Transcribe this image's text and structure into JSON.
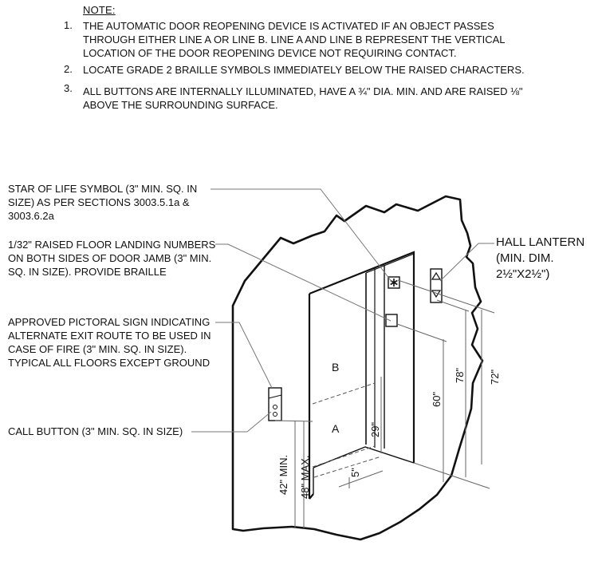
{
  "notes": {
    "heading": "NOTE:",
    "items": [
      {
        "num": "1.",
        "text": "THE AUTOMATIC DOOR REOPENING DEVICE IS ACTIVATED IF AN OBJECT PASSES\nTHROUGH EITHER LINE A OR LINE B.  LINE A AND LINE B REPRESENT THE VERTICAL\nLOCATION OF THE DOOR REOPENING DEVICE NOT REQUIRING CONTACT."
      },
      {
        "num": "2.",
        "text": "LOCATE GRADE 2 BRAILLE SYMBOLS IMMEDIATELY BELOW THE RAISED CHARACTERS."
      },
      {
        "num": "3.",
        "text": "ALL BUTTONS ARE INTERNALLY ILLUMINATED, HAVE A  ¾\" DIA. MIN. AND ARE RAISED  ⅛\"\nABOVE THE SURROUNDING SURFACE."
      }
    ]
  },
  "labels": {
    "star_of_life": "STAR OF LIFE SYMBOL (3\" MIN. SQ. IN\nSIZE) AS PER SECTIONS 3003.5.1a &\n3003.6.2a",
    "floor_numbers": "1/32\" RAISED FLOOR LANDING NUMBERS\nON BOTH SIDES OF DOOR JAMB (3\" MIN.\nSQ. IN SIZE). PROVIDE BRAILLE",
    "pictorial_sign": "APPROVED PICTORAL SIGN INDICATING\nALTERNATE EXIT ROUTE TO BE USED IN\nCASE OF FIRE (3\" MIN. SQ. IN SIZE).\nTYPICAL ALL FLOORS EXCEPT GROUND",
    "call_button": "CALL BUTTON (3\" MIN. SQ. IN SIZE)",
    "hall_lantern": "HALL LANTERN\n(MIN. DIM. 2½\"X2½\")"
  },
  "diagram": {
    "line_a": "A",
    "line_b": "B",
    "dims": {
      "d29": "29\"",
      "d5": "5\"",
      "d42": "42\" MIN.",
      "d48": "48\" MAX.",
      "d60": "60\"",
      "d78": "78\"",
      "d72": "72\""
    }
  }
}
